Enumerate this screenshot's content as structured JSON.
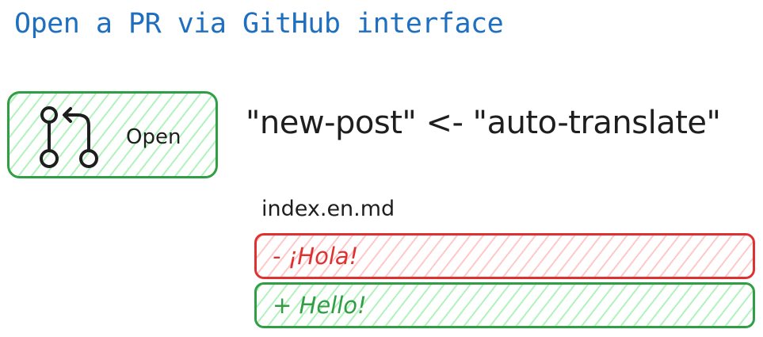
{
  "title": "Open a PR via GitHub interface",
  "pull_request": {
    "icon": "git-pull-request-icon",
    "status_label": "Open"
  },
  "branches": {
    "text": "\"new-post\" <- \"auto-translate\""
  },
  "diff": {
    "file_name": "index.en.md",
    "removed_line": "- ¡Hola!",
    "added_line": "+ Hello!"
  },
  "colors": {
    "title": "#1f6fc0",
    "added": "#2f9e44",
    "added_fill": "#b2f2bb",
    "removed": "#e03131",
    "removed_fill": "#ffc9c9",
    "text": "#1e1e1e"
  }
}
